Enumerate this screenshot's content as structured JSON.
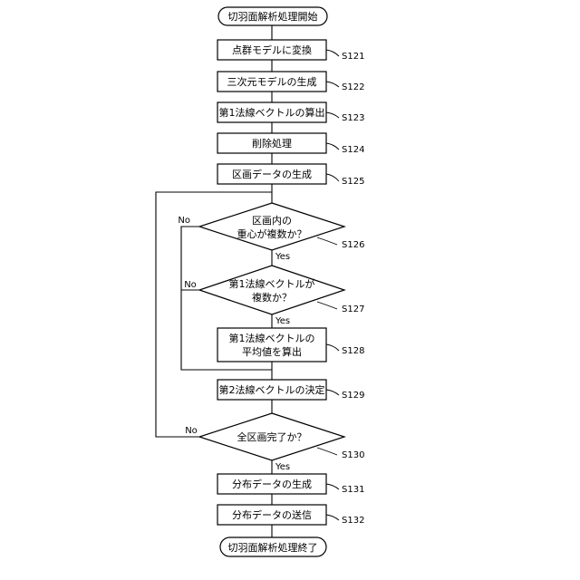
{
  "start_label": "切羽面解析処理開始",
  "end_label": "切羽面解析処理終了",
  "steps": [
    {
      "id": "s121",
      "text": "点群モデルに変換",
      "label": "S121"
    },
    {
      "id": "s122",
      "text": "三次元モデルの生成",
      "label": "S122"
    },
    {
      "id": "s123",
      "text": "第1法線ベクトルの算出",
      "label": "S123"
    },
    {
      "id": "s124",
      "text": "削除処理",
      "label": "S124"
    },
    {
      "id": "s125",
      "text": "区画データの生成",
      "label": "S125"
    },
    {
      "id": "s126",
      "lines": [
        "区画内の",
        "重心が複数か？"
      ],
      "label": "S126"
    },
    {
      "id": "s127",
      "lines": [
        "第1法線ベクトルが",
        "複数か？"
      ],
      "label": "S127"
    },
    {
      "id": "s128",
      "lines": [
        "第1法線ベクトルの",
        "平均値を算出"
      ],
      "label": "S128"
    },
    {
      "id": "s129",
      "text": "第2法線ベクトルの決定",
      "label": "S129"
    },
    {
      "id": "s130",
      "text": "全区画完了か？",
      "label": "S130"
    },
    {
      "id": "s131",
      "text": "分布データの生成",
      "label": "S131"
    },
    {
      "id": "s132",
      "text": "分布データの送信",
      "label": "S132"
    }
  ],
  "branch_labels": {
    "yes": "Yes",
    "no": "No"
  }
}
